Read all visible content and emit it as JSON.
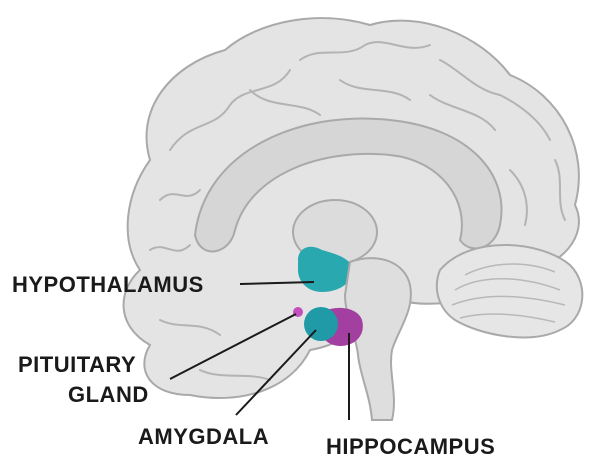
{
  "labels": {
    "hypothalamus": "HYPOTHALAMUS",
    "pituitary_line1": "PITUITARY",
    "pituitary_line2": "GLAND",
    "amygdala": "AMYGDALA",
    "hippocampus": "HIPPOCAMPUS"
  },
  "colors": {
    "hypothalamus": "#2aa8b0",
    "amygdala": "#1f9aa6",
    "hippocampus": "#a23fa0",
    "pituitary": "#c24fbd",
    "brain_fill": "#e4e4e4",
    "brain_stroke": "#a9a9a9",
    "inner_fill": "#d6d6d6",
    "leader_line": "#1a1a1a"
  }
}
